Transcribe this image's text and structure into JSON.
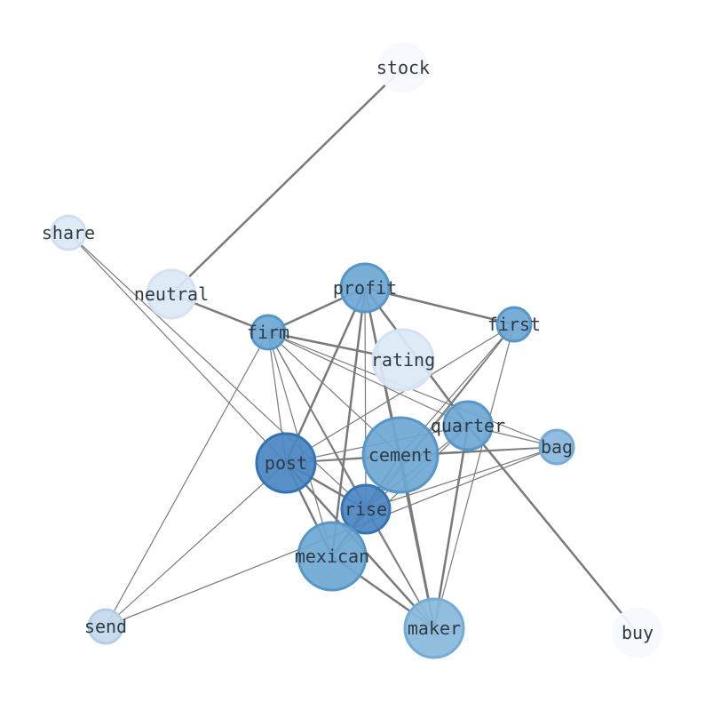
{
  "diagram": {
    "type": "network-graph",
    "nodes": [
      {
        "id": "stock",
        "label": "stock",
        "color": "#f6f9fe",
        "border": "#f6f9fe"
      },
      {
        "id": "share",
        "label": "share",
        "color": "#dce8f6",
        "border": "#d0e0f2"
      },
      {
        "id": "neutral",
        "label": "neutral",
        "color": "#dce8f6",
        "border": "#d4e2f3"
      },
      {
        "id": "profit",
        "label": "profit",
        "color": "#6ea7d3",
        "border": "#5796c8"
      },
      {
        "id": "first",
        "label": "first",
        "color": "#6ea7d3",
        "border": "#5796c8"
      },
      {
        "id": "firm",
        "label": "firm",
        "color": "#6ea7d3",
        "border": "#5796c8"
      },
      {
        "id": "rating",
        "label": "rating",
        "color": "#dce8f6",
        "border": "#d4e2f3"
      },
      {
        "id": "quarter",
        "label": "quarter",
        "color": "#6ea7d3",
        "border": "#5796c8"
      },
      {
        "id": "bag",
        "label": "bag",
        "color": "#88b9dc",
        "border": "#75acd5"
      },
      {
        "id": "post",
        "label": "post",
        "color": "#4a86c2",
        "border": "#3574b4"
      },
      {
        "id": "cement",
        "label": "cement",
        "color": "#6ea7d3",
        "border": "#5796c8"
      },
      {
        "id": "rise",
        "label": "rise",
        "color": "#4a86c2",
        "border": "#3574b4"
      },
      {
        "id": "mexican",
        "label": "mexican",
        "color": "#6ea7d3",
        "border": "#5796c8"
      },
      {
        "id": "send",
        "label": "send",
        "color": "#c3d9ed",
        "border": "#b3cfe8"
      },
      {
        "id": "maker",
        "label": "maker",
        "color": "#88b9dc",
        "border": "#75acd5"
      },
      {
        "id": "buy",
        "label": "buy",
        "color": "#f6f9fe",
        "border": "#f6f9fe"
      }
    ],
    "edges": [
      {
        "source": "stock",
        "target": "neutral",
        "weight": 2.5
      },
      {
        "source": "quarter",
        "target": "buy",
        "weight": 2.5
      },
      {
        "source": "neutral",
        "target": "firm",
        "weight": 2.5
      },
      {
        "source": "share",
        "target": "post",
        "weight": 1.2
      },
      {
        "source": "share",
        "target": "rise",
        "weight": 1.2
      },
      {
        "source": "profit",
        "target": "first",
        "weight": 2.5
      },
      {
        "source": "profit",
        "target": "firm",
        "weight": 2.5
      },
      {
        "source": "profit",
        "target": "post",
        "weight": 2.5
      },
      {
        "source": "profit",
        "target": "mexican",
        "weight": 2.5
      },
      {
        "source": "profit",
        "target": "maker",
        "weight": 2.5
      },
      {
        "source": "profit",
        "target": "quarter",
        "weight": 2.5
      },
      {
        "source": "profit",
        "target": "cement",
        "weight": 1.2
      },
      {
        "source": "profit",
        "target": "rise",
        "weight": 1.2
      },
      {
        "source": "firm",
        "target": "rating",
        "weight": 2.5
      },
      {
        "source": "firm",
        "target": "post",
        "weight": 1.2
      },
      {
        "source": "firm",
        "target": "send",
        "weight": 1.2
      },
      {
        "source": "firm",
        "target": "bag",
        "weight": 1.2
      },
      {
        "source": "firm",
        "target": "quarter",
        "weight": 1.2
      },
      {
        "source": "firm",
        "target": "cement",
        "weight": 1.2
      },
      {
        "source": "firm",
        "target": "rise",
        "weight": 1.2
      },
      {
        "source": "firm",
        "target": "mexican",
        "weight": 1.2
      },
      {
        "source": "firm",
        "target": "maker",
        "weight": 1.2
      },
      {
        "source": "first",
        "target": "post",
        "weight": 1.2
      },
      {
        "source": "first",
        "target": "cement",
        "weight": 1.2
      },
      {
        "source": "first",
        "target": "rise",
        "weight": 1.2
      },
      {
        "source": "first",
        "target": "mexican",
        "weight": 1.2
      },
      {
        "source": "first",
        "target": "maker",
        "weight": 1.2
      },
      {
        "source": "quarter",
        "target": "bag",
        "weight": 1.2
      },
      {
        "source": "quarter",
        "target": "post",
        "weight": 1.2
      },
      {
        "source": "quarter",
        "target": "rise",
        "weight": 1.2
      },
      {
        "source": "quarter",
        "target": "mexican",
        "weight": 1.2
      },
      {
        "source": "quarter",
        "target": "maker",
        "weight": 2.5
      },
      {
        "source": "bag",
        "target": "post",
        "weight": 1.6
      },
      {
        "source": "bag",
        "target": "cement",
        "weight": 1.6
      },
      {
        "source": "bag",
        "target": "rise",
        "weight": 1.2
      },
      {
        "source": "bag",
        "target": "send",
        "weight": 1.2
      },
      {
        "source": "post",
        "target": "cement",
        "weight": 1.6
      },
      {
        "source": "post",
        "target": "rise",
        "weight": 2.5
      },
      {
        "source": "post",
        "target": "mexican",
        "weight": 2.5
      },
      {
        "source": "post",
        "target": "maker",
        "weight": 2.5
      },
      {
        "source": "post",
        "target": "send",
        "weight": 1.2
      },
      {
        "source": "cement",
        "target": "rise",
        "weight": 1.6
      },
      {
        "source": "cement",
        "target": "mexican",
        "weight": 1.6
      },
      {
        "source": "cement",
        "target": "maker",
        "weight": 2.5
      },
      {
        "source": "rise",
        "target": "mexican",
        "weight": 2.5
      },
      {
        "source": "rise",
        "target": "maker",
        "weight": 1.2
      },
      {
        "source": "mexican",
        "target": "maker",
        "weight": 2.5
      }
    ]
  }
}
